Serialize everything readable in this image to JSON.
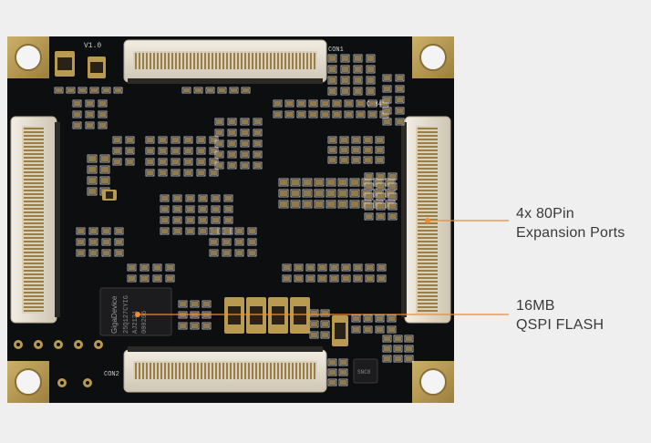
{
  "board": {
    "silkscreen": {
      "version": "V1.0",
      "top_connector": "CON1",
      "bottom_connector": "CON2",
      "right_connector": "CON4"
    },
    "flash_chip": {
      "brand": "GigaDevice",
      "part": "25Q127CYIG",
      "line2": "AJ2121",
      "line3": "000266"
    },
    "small_chip": "SNC8"
  },
  "callouts": [
    {
      "line1": "4x 80Pin",
      "line2": "Expansion Ports",
      "color": "#f08a2c"
    },
    {
      "line1": "16MB",
      "line2": "QSPI FLASH",
      "color": "#f08a2c"
    }
  ],
  "colors": {
    "background": "#efefef",
    "pcb": "#0d0e10",
    "gold": "#b89a52",
    "connector": "#e6dfd2",
    "callout_line": "#f08a2c"
  }
}
